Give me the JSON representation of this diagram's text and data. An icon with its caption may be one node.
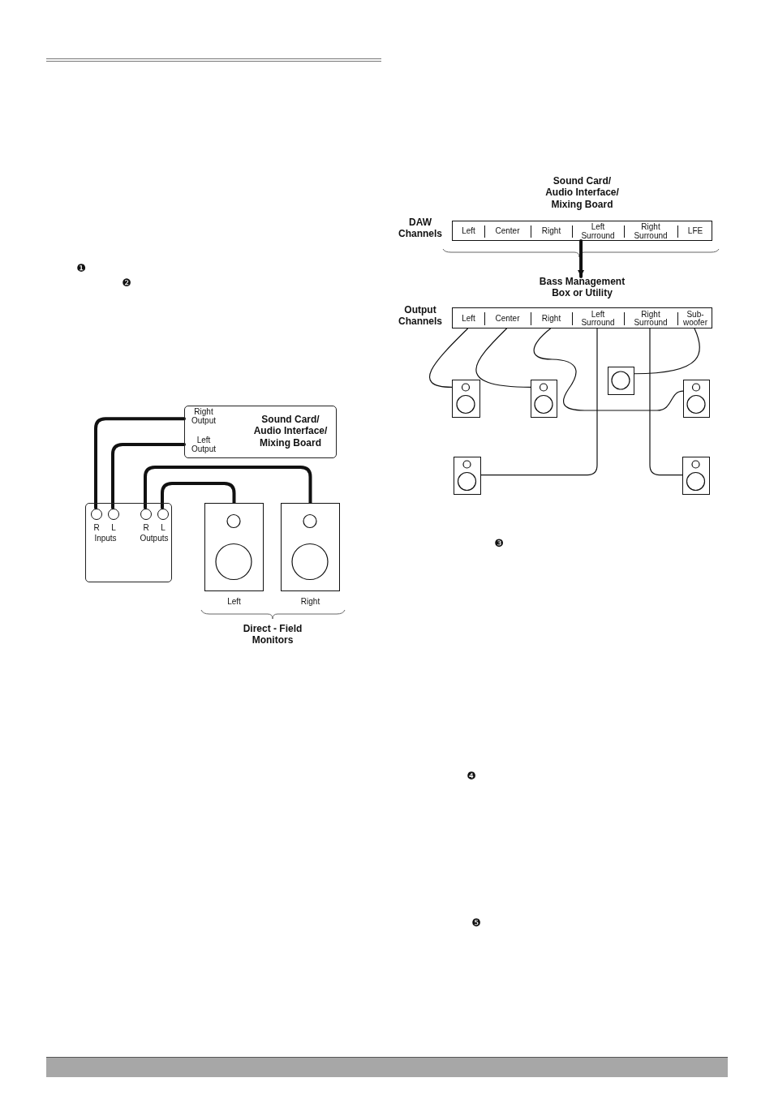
{
  "diagram": {
    "nodes": [
      {
        "text": [
          "Right Output",
          "Left Output",
          "Sound Card/ Audio Interface/ Mixing Board"
        ]
      },
      {
        "text": [
          "R",
          "L",
          "Inputs",
          "R",
          "L",
          "Outputs"
        ]
      },
      {
        "text": [],
        "shape": "circle",
        "in": 1
      },
      {
        "text": [],
        "shape": "circle",
        "in": 1
      },
      {
        "text": [],
        "shape": "circle",
        "in": 1
      },
      {
        "text": [],
        "shape": "circle",
        "in": 1
      },
      {
        "text": [],
        "shape": "picture",
        "beside": [
          "Left"
        ]
      },
      {
        "text": [],
        "shape": "picture",
        "beside": [
          "Right"
        ]
      },
      {
        "text": [
          "Sound Card/ Audio Interface/ Mixing Board"
        ],
        "beside": [
          "DAW Channels"
        ]
      },
      {
        "text": [
          "Left"
        ],
        "in": 8
      },
      {
        "text": [
          "Center"
        ],
        "in": 8
      },
      {
        "text": [
          "Right"
        ],
        "in": 8
      },
      {
        "text": [
          "Left Surround"
        ],
        "in": 8
      },
      {
        "text": [
          "Right Surround"
        ],
        "in": 8
      },
      {
        "text": [
          "LFE"
        ],
        "in": 8
      },
      {
        "text": [
          "Bass Management Box or Utility"
        ],
        "beside": [
          "Output Channels"
        ]
      },
      {
        "text": [
          "Left"
        ],
        "in": 15
      },
      {
        "text": [
          "Center"
        ],
        "in": 15
      },
      {
        "text": [
          "Right"
        ],
        "in": 15
      },
      {
        "text": [
          "Left Surround"
        ],
        "in": 15
      },
      {
        "text": [
          "Right Surround"
        ],
        "in": 15
      },
      {
        "text": [
          "Sub- woofer"
        ],
        "in": 15
      },
      {
        "text": [],
        "shape": "picture"
      },
      {
        "text": [],
        "shape": "picture"
      },
      {
        "text": [],
        "shape": "picture"
      },
      {
        "text": [],
        "shape": "picture"
      },
      {
        "text": [],
        "shape": "picture"
      },
      {
        "text": [],
        "shape": "picture"
      }
    ],
    "edges": [
      {
        "from": 0,
        "to": 2,
        "arrow": "none",
        "style": "thick"
      },
      {
        "from": 0,
        "to": 3,
        "arrow": "none",
        "style": "thick"
      },
      {
        "from": 4,
        "to": 7,
        "arrow": "none",
        "style": "thick"
      },
      {
        "from": 5,
        "to": 6,
        "arrow": "none",
        "style": "thick"
      },
      {
        "from": 8,
        "to": 15,
        "arrow": "to",
        "style": "thick"
      },
      {
        "from": 16,
        "to": 22,
        "arrow": "none"
      },
      {
        "from": 17,
        "to": 23,
        "arrow": "none"
      },
      {
        "from": 18,
        "to": 25,
        "arrow": "none"
      },
      {
        "from": 19,
        "to": 26,
        "arrow": "none"
      },
      {
        "from": 20,
        "to": 27,
        "arrow": "none"
      },
      {
        "from": 21,
        "to": 24,
        "arrow": "none"
      }
    ],
    "labels": [
      "Direct - Field Monitors",
      "❶",
      "❷",
      "❸",
      "❹",
      "❺"
    ]
  }
}
